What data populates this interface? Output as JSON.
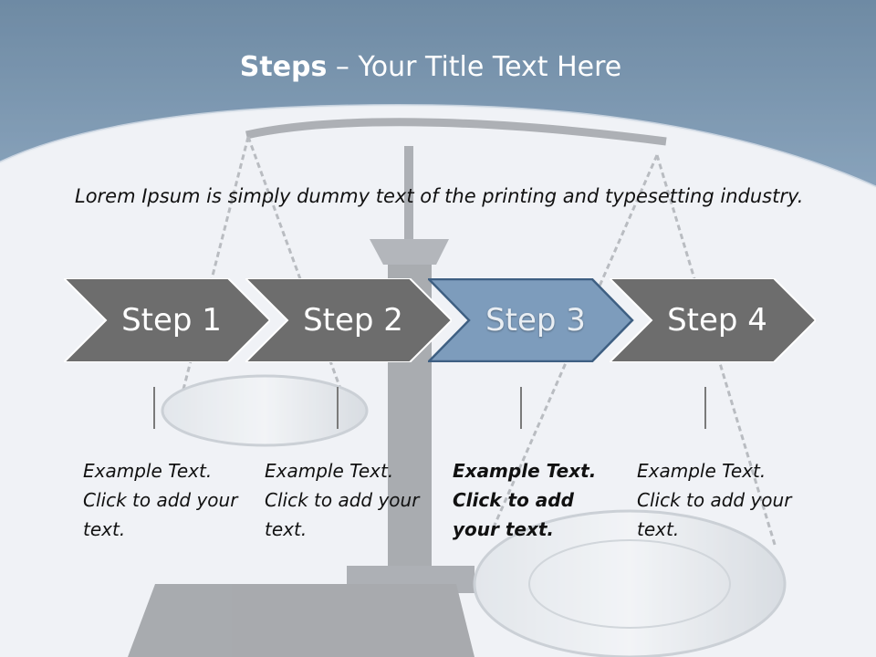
{
  "slide": {
    "title_bold": "Steps",
    "title_rest": " – Your Title Text Here",
    "intro": "Lorem Ipsum is simply dummy text of the printing and typesetting industry."
  },
  "steps": [
    {
      "label": "Step 1",
      "text": "Example Text. Click  to add your text.",
      "active": false
    },
    {
      "label": "Step 2",
      "text": "Example Text. Click  to add your text.",
      "active": false
    },
    {
      "label": "Step 3",
      "text": "Example Text. Click  to add your text.",
      "active": true
    },
    {
      "label": "Step 4",
      "text": "Example Text. Click  to add your text.",
      "active": false
    }
  ],
  "colors": {
    "header_blue": "#5d7e9c",
    "chevron_gray": "#6d6d6d",
    "chevron_active": "#7d9cbc",
    "chevron_active_border": "#3e5f82"
  },
  "background_image": "scales-of-justice"
}
